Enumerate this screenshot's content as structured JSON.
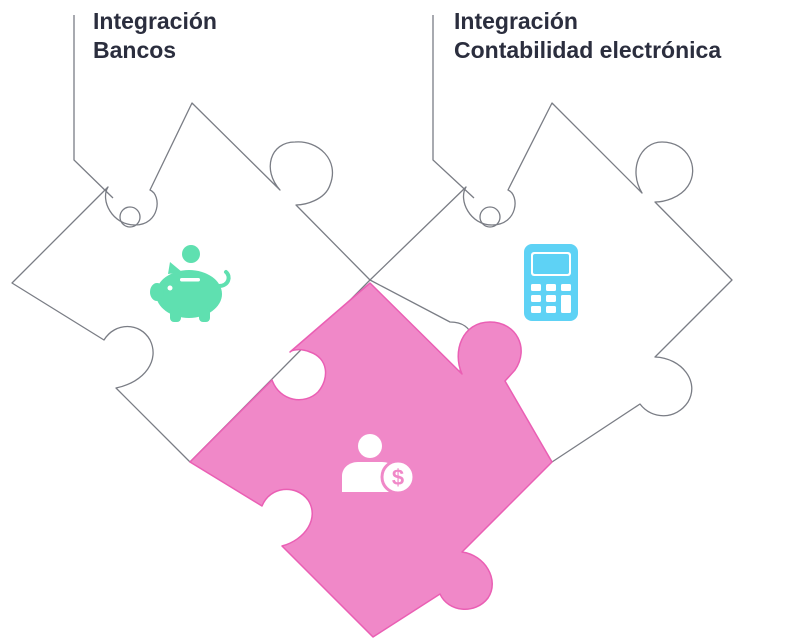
{
  "labels": {
    "banks": {
      "line1": "Integración",
      "line2": "Bancos"
    },
    "accounting": {
      "line1": "Integración",
      "line2": "Contabilidad electrónica"
    }
  },
  "pieces": {
    "banks": {
      "icon": "piggy-bank-icon",
      "color": "#5fe0b0"
    },
    "accounting": {
      "icon": "calculator-icon",
      "color": "#5ed2f5"
    },
    "payroll": {
      "icon": "user-dollar-icon",
      "fill": "#f088c8",
      "stroke": "#ea5fb4"
    }
  },
  "colors": {
    "outline": "#7a7d85",
    "text": "#2b2e3e"
  }
}
